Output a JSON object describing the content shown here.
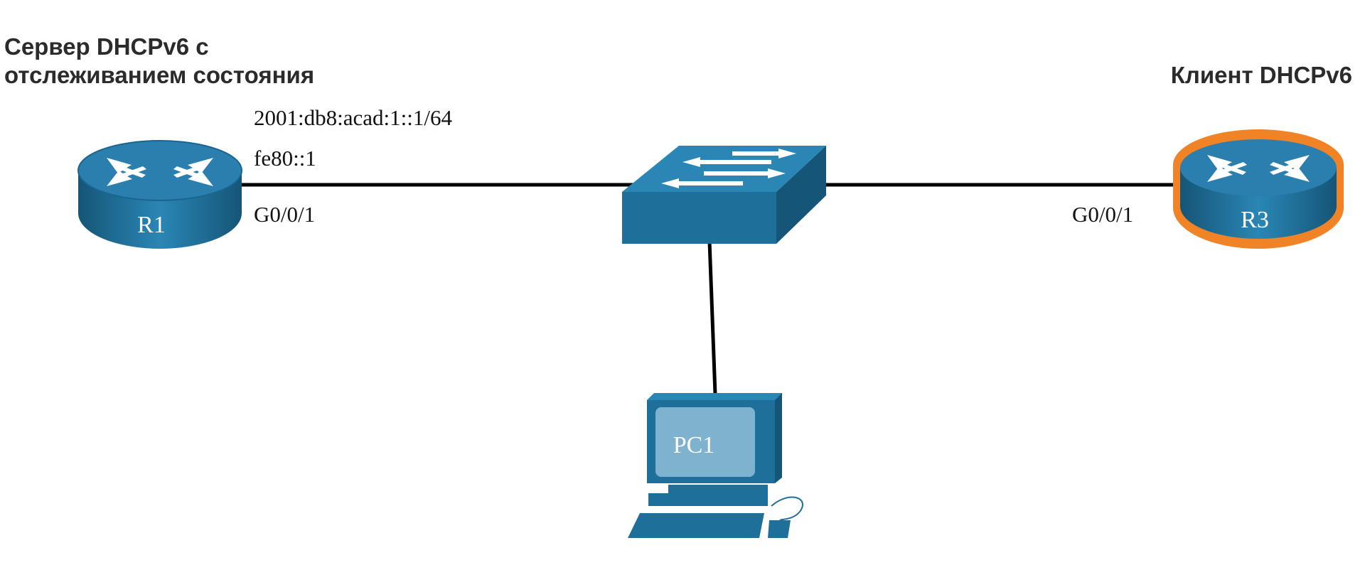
{
  "server_caption": [
    "Сервер DHCPv6 с",
    "отслеживанием состояния"
  ],
  "client_caption": "Клиент DHCPv6",
  "devices": {
    "r1": "R1",
    "r3": "R3",
    "pc1": "PC1"
  },
  "r1_interface": {
    "ipv6_address": "2001:db8:acad:1::1/64",
    "link_local": "fe80::1",
    "port": "G0/0/1"
  },
  "r3_interface": {
    "port": "G0/0/1"
  },
  "colors": {
    "device_blue": "#1f6f9b",
    "device_dark": "#155577",
    "highlight_orange": "#f08326",
    "link": "#000000"
  }
}
